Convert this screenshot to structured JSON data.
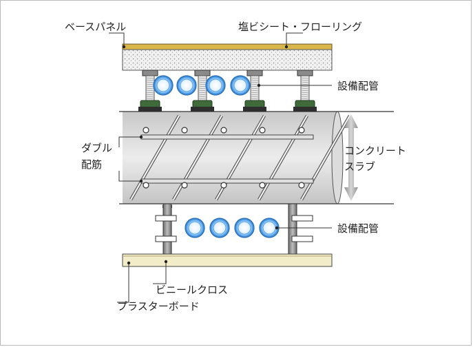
{
  "labels": {
    "base_panel": "ベースパネル",
    "flooring": "塩ビシート・フローリング",
    "piping_upper": "設備配管",
    "double_rebar_line1": "ダブル",
    "double_rebar_line2": "配筋",
    "concrete_line1": "コンクリート",
    "concrete_line2": "スラブ",
    "piping_lower": "設備配管",
    "vinyl_cloth": "ビニールクロス",
    "plaster_board": "プラスターボード"
  },
  "colors": {
    "flooring": "#d9b64a",
    "slab": "#d6d6d6",
    "pipe_blue": "#3a8ad6",
    "pedestal_green": "#3f6b3a",
    "board": "#f3ecc8",
    "arrow": "#a8a8a8"
  },
  "icons": {
    "dimension": "double-headed-arrow-icon",
    "leader": "leader-dot-icon"
  }
}
